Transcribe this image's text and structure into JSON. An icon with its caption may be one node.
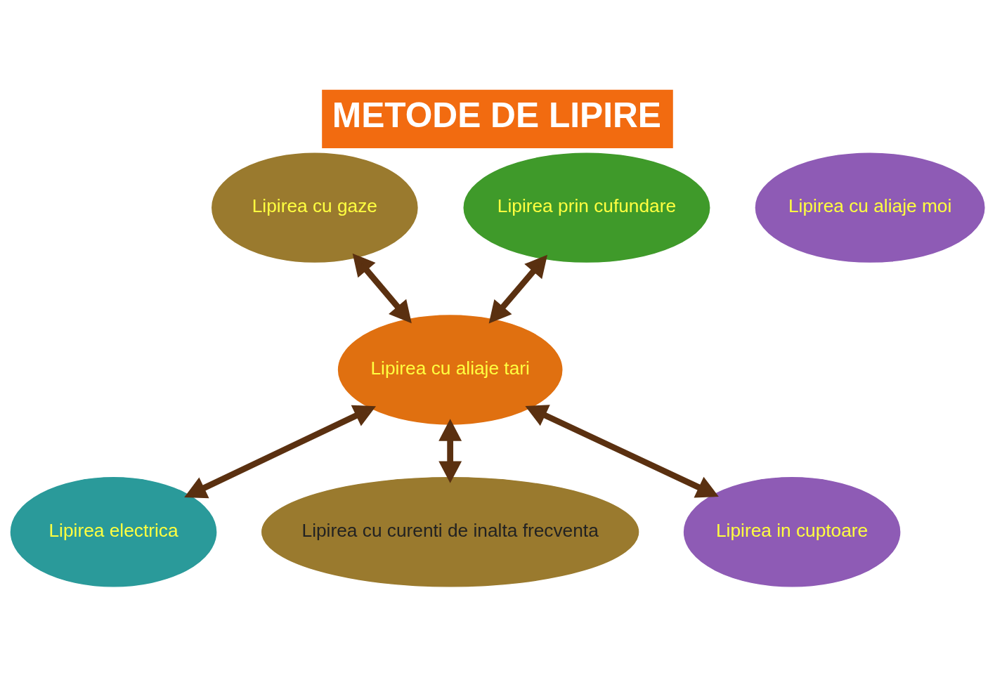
{
  "diagram": {
    "title": "METODE DE LIPIRE",
    "nodes": [
      {
        "text": [
          "Lipirea cu aliaje moi"
        ]
      },
      {
        "text": [
          "Lipirea cu gaze"
        ]
      },
      {
        "text": [
          "Lipirea prin cufundare"
        ]
      },
      {
        "text": [
          "Lipirea cu aliaje tari"
        ]
      },
      {
        "text": [
          "Lipirea electrica"
        ]
      },
      {
        "text": [
          "Lipirea in cuptoare"
        ]
      },
      {
        "text": [
          "Lipirea cu curenti de inalta frecventa"
        ]
      }
    ],
    "edges": [
      {
        "from": 3,
        "to": 1,
        "arrow": "both"
      },
      {
        "from": 3,
        "to": 2,
        "arrow": "both"
      },
      {
        "from": 3,
        "to": 4,
        "arrow": "both"
      },
      {
        "from": 3,
        "to": 5,
        "arrow": "both"
      },
      {
        "from": 3,
        "to": 6,
        "arrow": "both"
      }
    ]
  }
}
